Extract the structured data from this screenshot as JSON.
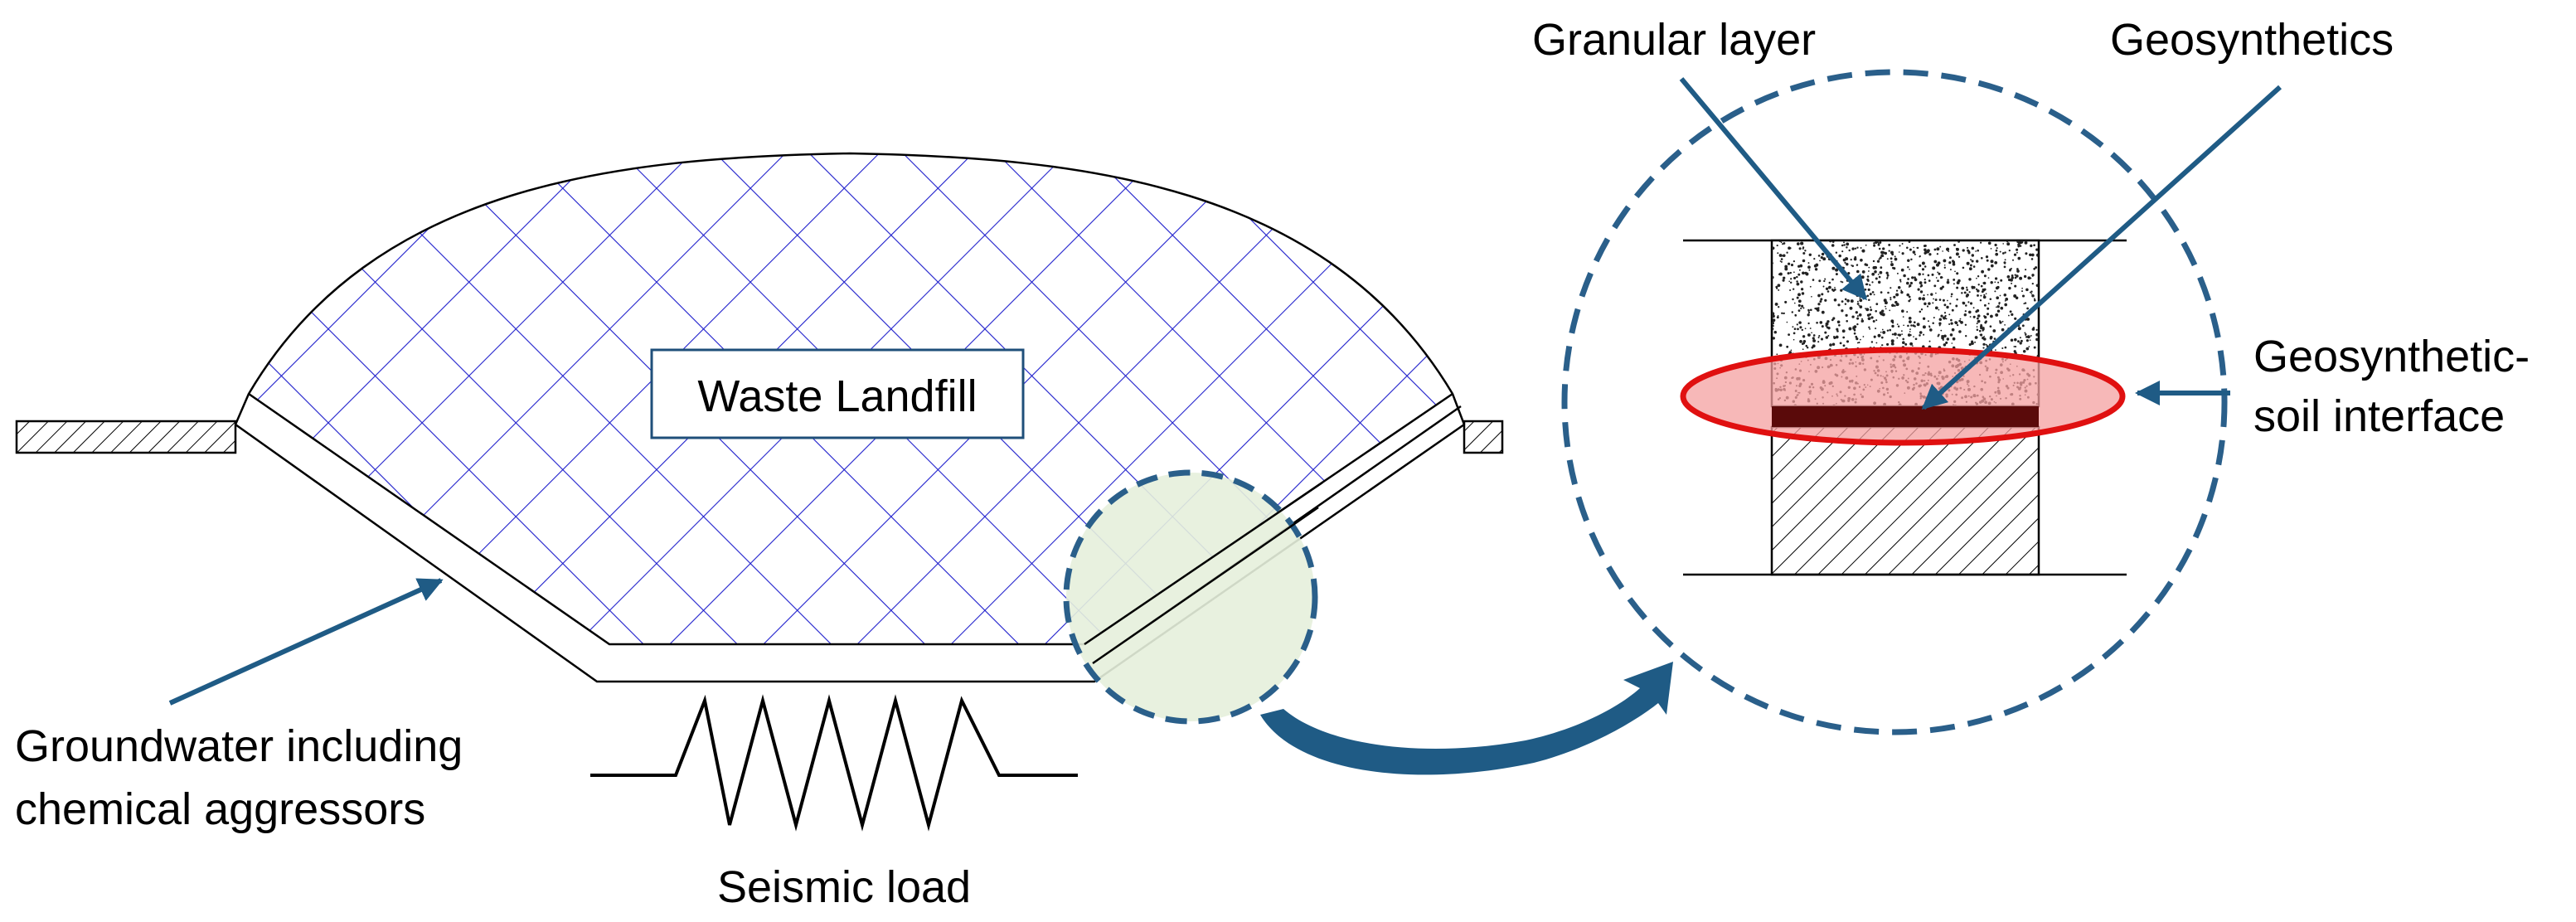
{
  "labels": {
    "waste_landfill": "Waste Landfill",
    "groundwater_line1": "Groundwater including",
    "groundwater_line2": "chemical aggressors",
    "seismic_load": "Seismic load",
    "granular_layer": "Granular layer",
    "geosynthetics": "Geosynthetics",
    "interface_line1": "Geosynthetic-",
    "interface_line2": "soil interface"
  },
  "colors": {
    "arrow": "#1f5b85",
    "dashed_circle": "#2a5f8a",
    "waste_mesh": "#2020cc",
    "zoom_fill": "#e6f0dc",
    "interface_ellipse_stroke": "#e01010",
    "interface_ellipse_fill": "#f4a0a0",
    "geosynthetic_layer": "#5a0a0a"
  },
  "icons": {
    "transfer_arrow": "curved-arrow-icon",
    "seismic": "seismic-wave-icon"
  }
}
